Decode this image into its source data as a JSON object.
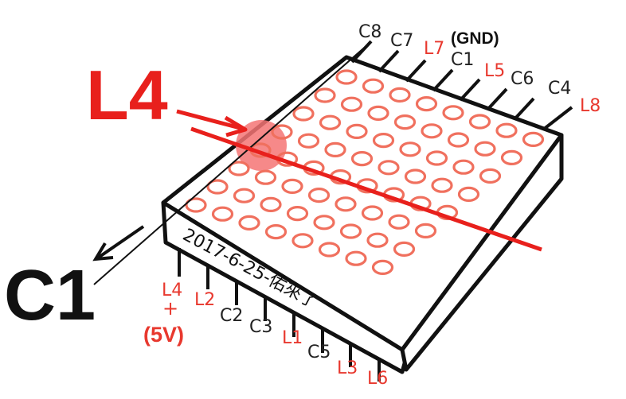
{
  "big_labels": {
    "row": "L4",
    "col": "C1"
  },
  "gnd_label": "(GND)",
  "vcc_label": "(5V)",
  "plus_sign": "+",
  "chip_text": "2017-6-25-佑來了",
  "top_pins": [
    {
      "label": "C8",
      "color": "#222222"
    },
    {
      "label": "C7",
      "color": "#222222"
    },
    {
      "label": "L7",
      "color": "#e8382e"
    },
    {
      "label": "C1",
      "color": "#222222"
    },
    {
      "label": "L5",
      "color": "#e8382e"
    },
    {
      "label": "C6",
      "color": "#222222"
    },
    {
      "label": "C4",
      "color": "#222222"
    },
    {
      "label": "L8",
      "color": "#e8382e"
    }
  ],
  "bottom_pins": [
    {
      "label": "L4",
      "color": "#e8382e"
    },
    {
      "label": "L2",
      "color": "#e8382e"
    },
    {
      "label": "C2",
      "color": "#222222"
    },
    {
      "label": "C3",
      "color": "#222222"
    },
    {
      "label": "L1",
      "color": "#e8382e"
    },
    {
      "label": "C5",
      "color": "#222222"
    },
    {
      "label": "L3",
      "color": "#e8382e"
    },
    {
      "label": "L6",
      "color": "#e8382e"
    }
  ],
  "colors": {
    "led": "#f0705e",
    "accent": "#e8201c",
    "ink": "#111111"
  }
}
